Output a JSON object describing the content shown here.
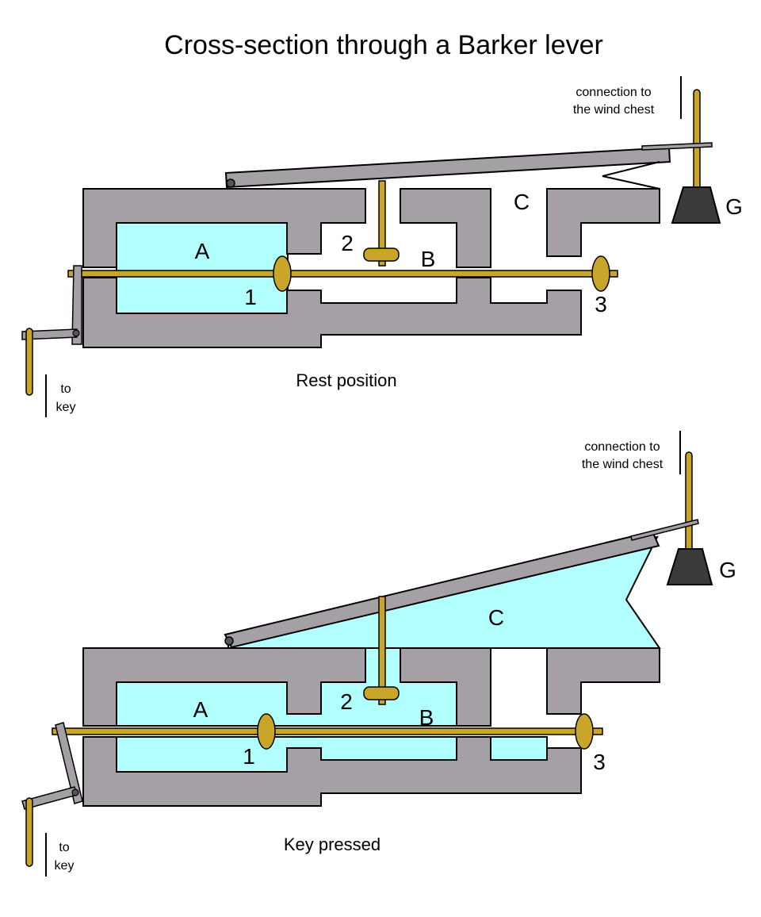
{
  "title": "Cross-section through a Barker lever",
  "colors": {
    "body": "#a59fa6",
    "air": "#b2ffff",
    "rod": "#c9a62a",
    "weight": "#3a3a3a",
    "outline": "#000000"
  },
  "panels": [
    {
      "caption": "Rest position",
      "labels": {
        "a": "A",
        "b": "B",
        "c": "C",
        "g": "G",
        "n1": "1",
        "n2": "2",
        "n3": "3"
      },
      "wind_chest_line1": "connection to",
      "wind_chest_line2": "the wind chest",
      "key_line1": "to",
      "key_line2": "key"
    },
    {
      "caption": "Key pressed",
      "labels": {
        "a": "A",
        "b": "B",
        "c": "C",
        "g": "G",
        "n1": "1",
        "n2": "2",
        "n3": "3"
      },
      "wind_chest_line1": "connection to",
      "wind_chest_line2": "the wind chest",
      "key_line1": "to",
      "key_line2": "key"
    }
  ]
}
